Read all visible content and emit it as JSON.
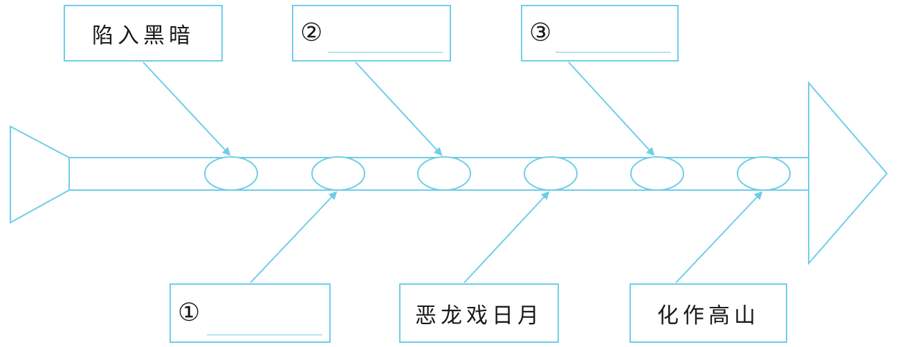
{
  "colors": {
    "stroke": "#6fcde8",
    "text": "#1a1a1a",
    "background": "#ffffff"
  },
  "boxes": {
    "top_1": {
      "label": "陷入黑暗"
    },
    "top_2": {
      "number": "②",
      "label": ""
    },
    "top_3": {
      "number": "③",
      "label": ""
    },
    "bottom_1": {
      "number": "①",
      "label": ""
    },
    "bottom_2": {
      "label": "恶龙戏日月"
    },
    "bottom_3": {
      "label": "化作高山"
    }
  }
}
